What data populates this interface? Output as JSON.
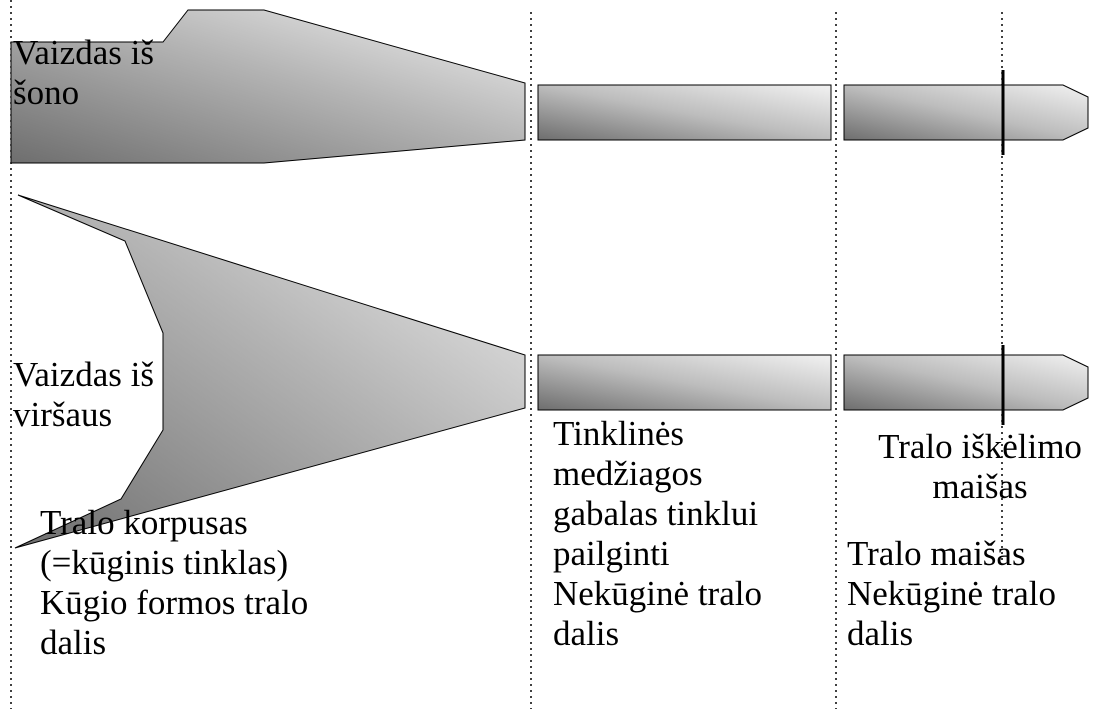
{
  "labels": {
    "side_view": [
      "Vaizdas iš",
      "šono"
    ],
    "top_view": [
      "Vaizdas iš",
      "viršaus"
    ],
    "trawl_body": [
      "Tralo korpusas",
      "(=kūginis tinklas)",
      "Kūgio formos tralo",
      "dalis"
    ],
    "extension_piece": [
      "Tinklinės",
      "medžiagos",
      "gabalas tinklui",
      "pailginti",
      "Nekūginė tralo",
      "dalis"
    ],
    "lifting_bag": [
      "Tralo iškėlimo",
      "maišas"
    ],
    "codend": [
      "Tralo maišas",
      "Nekūginė tralo",
      "dalis"
    ]
  },
  "colors": {
    "fill_dark": "#6e6e6e",
    "fill_light": "#f2f2f2",
    "outline": "#000000",
    "divider": "#000000"
  }
}
